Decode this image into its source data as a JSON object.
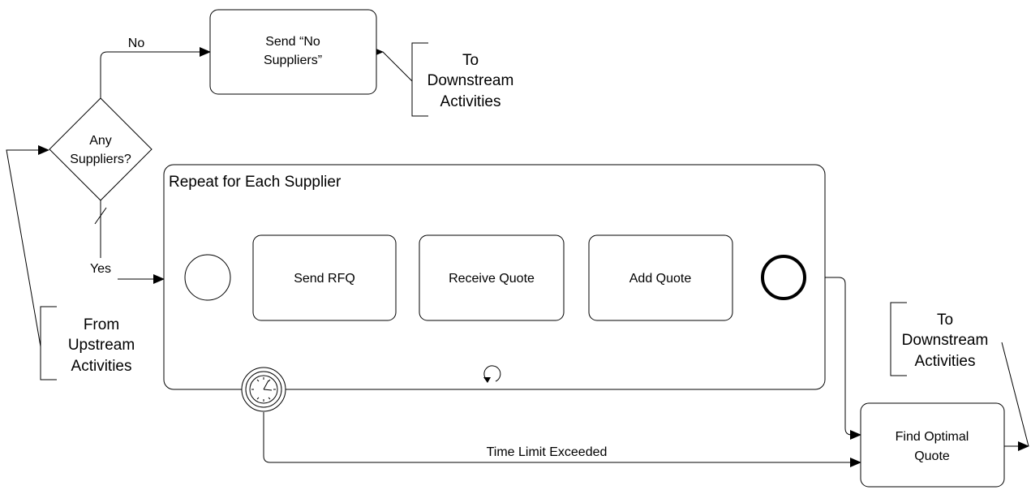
{
  "decision": {
    "line1": "Any",
    "line2": "Suppliers?"
  },
  "flows": {
    "no": "No",
    "yes": "Yes",
    "time_limit": "Time Limit Exceeded"
  },
  "tasks": {
    "send_no_suppliers": {
      "line1": "Send “No",
      "line2": "Suppliers”"
    },
    "send_rfq": "Send RFQ",
    "receive_quote": "Receive Quote",
    "add_quote": "Add Quote",
    "find_optimal": {
      "line1": "Find Optimal",
      "line2": "Quote"
    }
  },
  "subprocess": {
    "title": "Repeat for Each Supplier"
  },
  "annotations": {
    "from_upstream": {
      "line1": "From",
      "line2": "Upstream",
      "line3": "Activities"
    },
    "to_downstream_top": {
      "line1": "To",
      "line2": "Downstream",
      "line3": "Activities"
    },
    "to_downstream_right": {
      "line1": "To",
      "line2": "Downstream",
      "line3": "Activities"
    }
  }
}
